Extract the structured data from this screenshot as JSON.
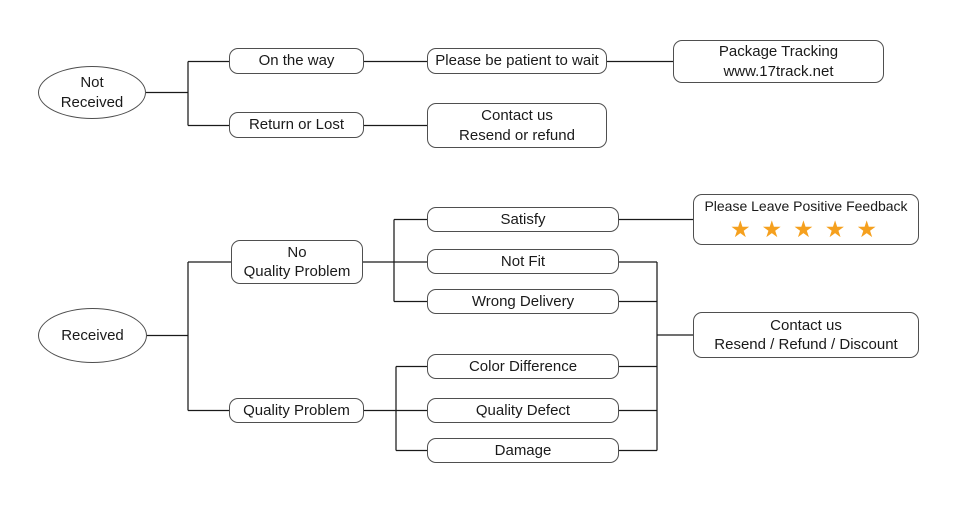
{
  "colors": {
    "background": "#ffffff",
    "box_border": "#4f4f4f",
    "connector_line": "#1a1a1a",
    "text": "#1a1a1a",
    "star": "#f5a01e"
  },
  "nodes": {
    "not_received": {
      "line1": "Not",
      "line2": "Received"
    },
    "received": {
      "label": "Received"
    },
    "on_the_way": {
      "label": "On the way"
    },
    "return_or_lost": {
      "label": "Return or Lost"
    },
    "please_wait": {
      "label": "Please be patient to wait"
    },
    "package_tracking": {
      "line1": "Package Tracking",
      "line2": "www.17track.net"
    },
    "contact_resend_refund": {
      "line1": "Contact us",
      "line2": "Resend or refund"
    },
    "no_quality_problem": {
      "line1": "No",
      "line2": "Quality Problem"
    },
    "quality_problem": {
      "label": "Quality Problem"
    },
    "satisfy": {
      "label": "Satisfy"
    },
    "not_fit": {
      "label": "Not Fit"
    },
    "wrong_delivery": {
      "label": "Wrong Delivery"
    },
    "color_difference": {
      "label": "Color Difference"
    },
    "quality_defect": {
      "label": "Quality Defect"
    },
    "damage": {
      "label": "Damage"
    },
    "positive_feedback": {
      "label": "Please Leave Positive Feedback",
      "stars": "★★★★★",
      "star_count": 5
    },
    "contact_discount": {
      "line1": "Contact us",
      "line2": "Resend / Refund / Discount"
    }
  },
  "edges": [
    {
      "from": "not_received",
      "to": "on_the_way"
    },
    {
      "from": "not_received",
      "to": "return_or_lost"
    },
    {
      "from": "on_the_way",
      "to": "please_wait"
    },
    {
      "from": "please_wait",
      "to": "package_tracking"
    },
    {
      "from": "return_or_lost",
      "to": "contact_resend_refund"
    },
    {
      "from": "received",
      "to": "no_quality_problem"
    },
    {
      "from": "received",
      "to": "quality_problem"
    },
    {
      "from": "no_quality_problem",
      "to": "satisfy"
    },
    {
      "from": "no_quality_problem",
      "to": "not_fit"
    },
    {
      "from": "no_quality_problem",
      "to": "wrong_delivery"
    },
    {
      "from": "satisfy",
      "to": "positive_feedback"
    },
    {
      "from": "not_fit",
      "to": "contact_discount"
    },
    {
      "from": "wrong_delivery",
      "to": "contact_discount"
    },
    {
      "from": "quality_problem",
      "to": "color_difference"
    },
    {
      "from": "quality_problem",
      "to": "quality_defect"
    },
    {
      "from": "quality_problem",
      "to": "damage"
    },
    {
      "from": "color_difference",
      "to": "contact_discount"
    },
    {
      "from": "quality_defect",
      "to": "contact_discount"
    },
    {
      "from": "damage",
      "to": "contact_discount"
    }
  ]
}
